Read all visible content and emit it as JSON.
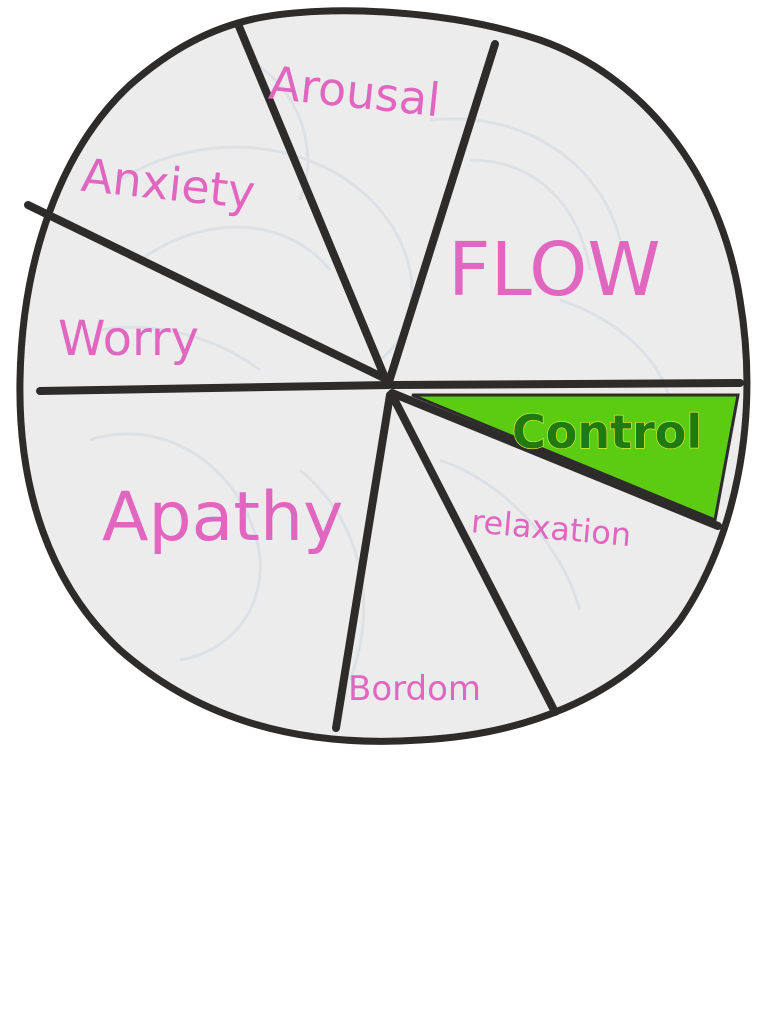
{
  "diagram": {
    "segments": [
      {
        "id": "arousal",
        "label": "Arousal",
        "highlighted": false
      },
      {
        "id": "flow",
        "label": "FLOW",
        "highlighted": false
      },
      {
        "id": "control",
        "label": "Control",
        "highlighted": true
      },
      {
        "id": "relaxation",
        "label": "relaxation",
        "highlighted": false
      },
      {
        "id": "boredom",
        "label": "Bordom",
        "highlighted": false
      },
      {
        "id": "apathy",
        "label": "Apathy",
        "highlighted": false
      },
      {
        "id": "worry",
        "label": "Worry",
        "highlighted": false
      },
      {
        "id": "anxiety",
        "label": "Anxiety",
        "highlighted": false
      }
    ],
    "colors": {
      "background": "#ffffff",
      "wheel_fill": "#ececec",
      "outline": "#2e2b2b",
      "label_text": "#e066c0",
      "highlight_fill": "#5ccc12",
      "highlight_text": "#1f7a12",
      "highlight_text_outline": "#e8f23a"
    }
  }
}
